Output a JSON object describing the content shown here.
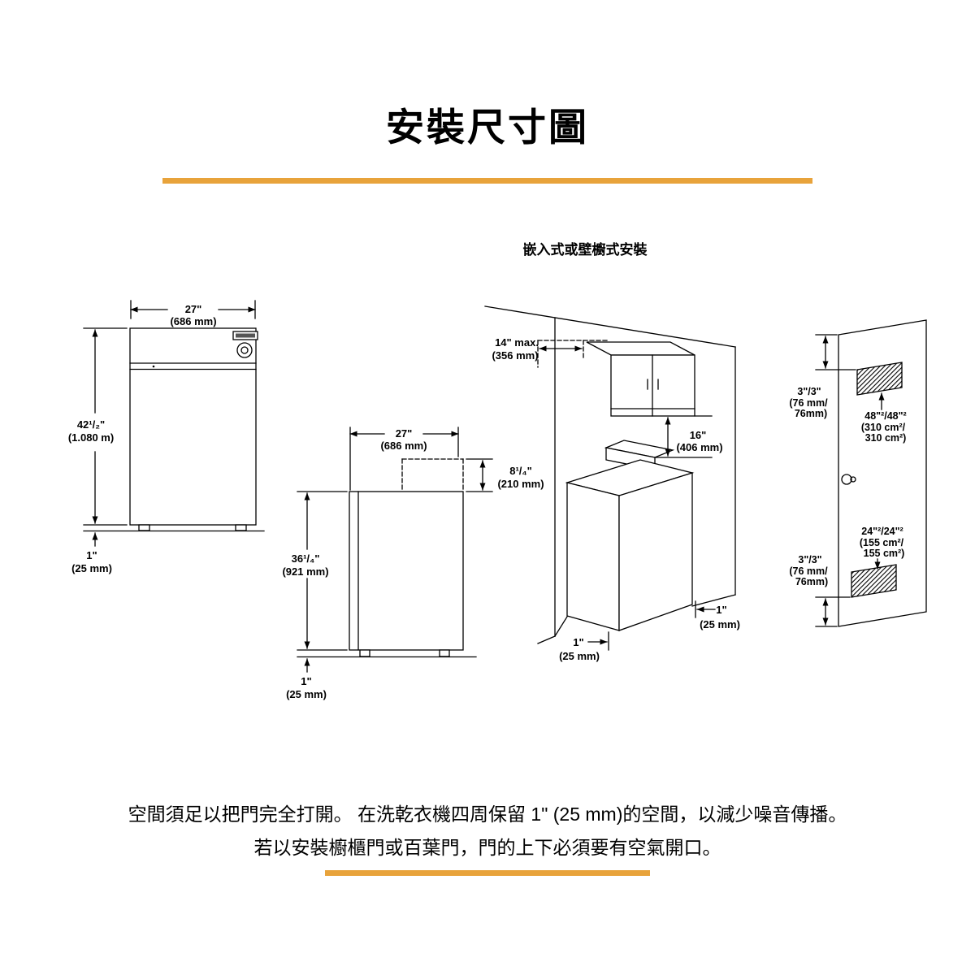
{
  "accent_color": "#E8A33B",
  "title": "安裝尺寸圖",
  "subtitle": "嵌入式或壁櫥式安裝",
  "front_view": {
    "width_in": "27\"",
    "width_mm": "(686 mm)",
    "height_in": "42¹/₂\"",
    "height_m": "(1.080 m)",
    "foot_in": "1\"",
    "foot_mm": "(25 mm)"
  },
  "side_view": {
    "width_in": "27\"",
    "width_mm": "(686 mm)",
    "console_in": "8¹/₄\"",
    "console_mm": "(210 mm)",
    "height_in": "36¹/₄\"",
    "height_mm": "(921 mm)",
    "foot_in": "1\"",
    "foot_mm": "(25 mm)"
  },
  "closet_view": {
    "cabinet_depth_in": "14\" max.",
    "cabinet_depth_mm": "(356 mm)",
    "gap_in": "16\"",
    "gap_mm": "(406 mm)",
    "side_clearance_in": "1\"",
    "side_clearance_mm": "(25 mm)",
    "front_clearance_in": "1\"",
    "front_clearance_mm": "(25 mm)"
  },
  "door_view": {
    "top_offset": "3\"/3\"",
    "top_offset_mm1": "(76 mm/",
    "top_offset_mm2": "76mm)",
    "top_vent_area": "48\"²/48\"²",
    "top_vent_cm1": "(310 cm²/",
    "top_vent_cm2": "310 cm²)",
    "bottom_vent_area": "24\"²/24\"²",
    "bottom_vent_cm1": "(155 cm²/",
    "bottom_vent_cm2": "155 cm²)",
    "bottom_offset": "3\"/3\"",
    "bottom_offset_mm1": "(76 mm/",
    "bottom_offset_mm2": "76mm)"
  },
  "notes": {
    "line1": "空間須足以把門完全打開。 在洗乾衣機四周保留 1\" (25 mm)的空間，以減少噪音傳播。",
    "line2": "若以安裝櫥櫃門或百葉門，門的上下必須要有空氣開口。"
  }
}
